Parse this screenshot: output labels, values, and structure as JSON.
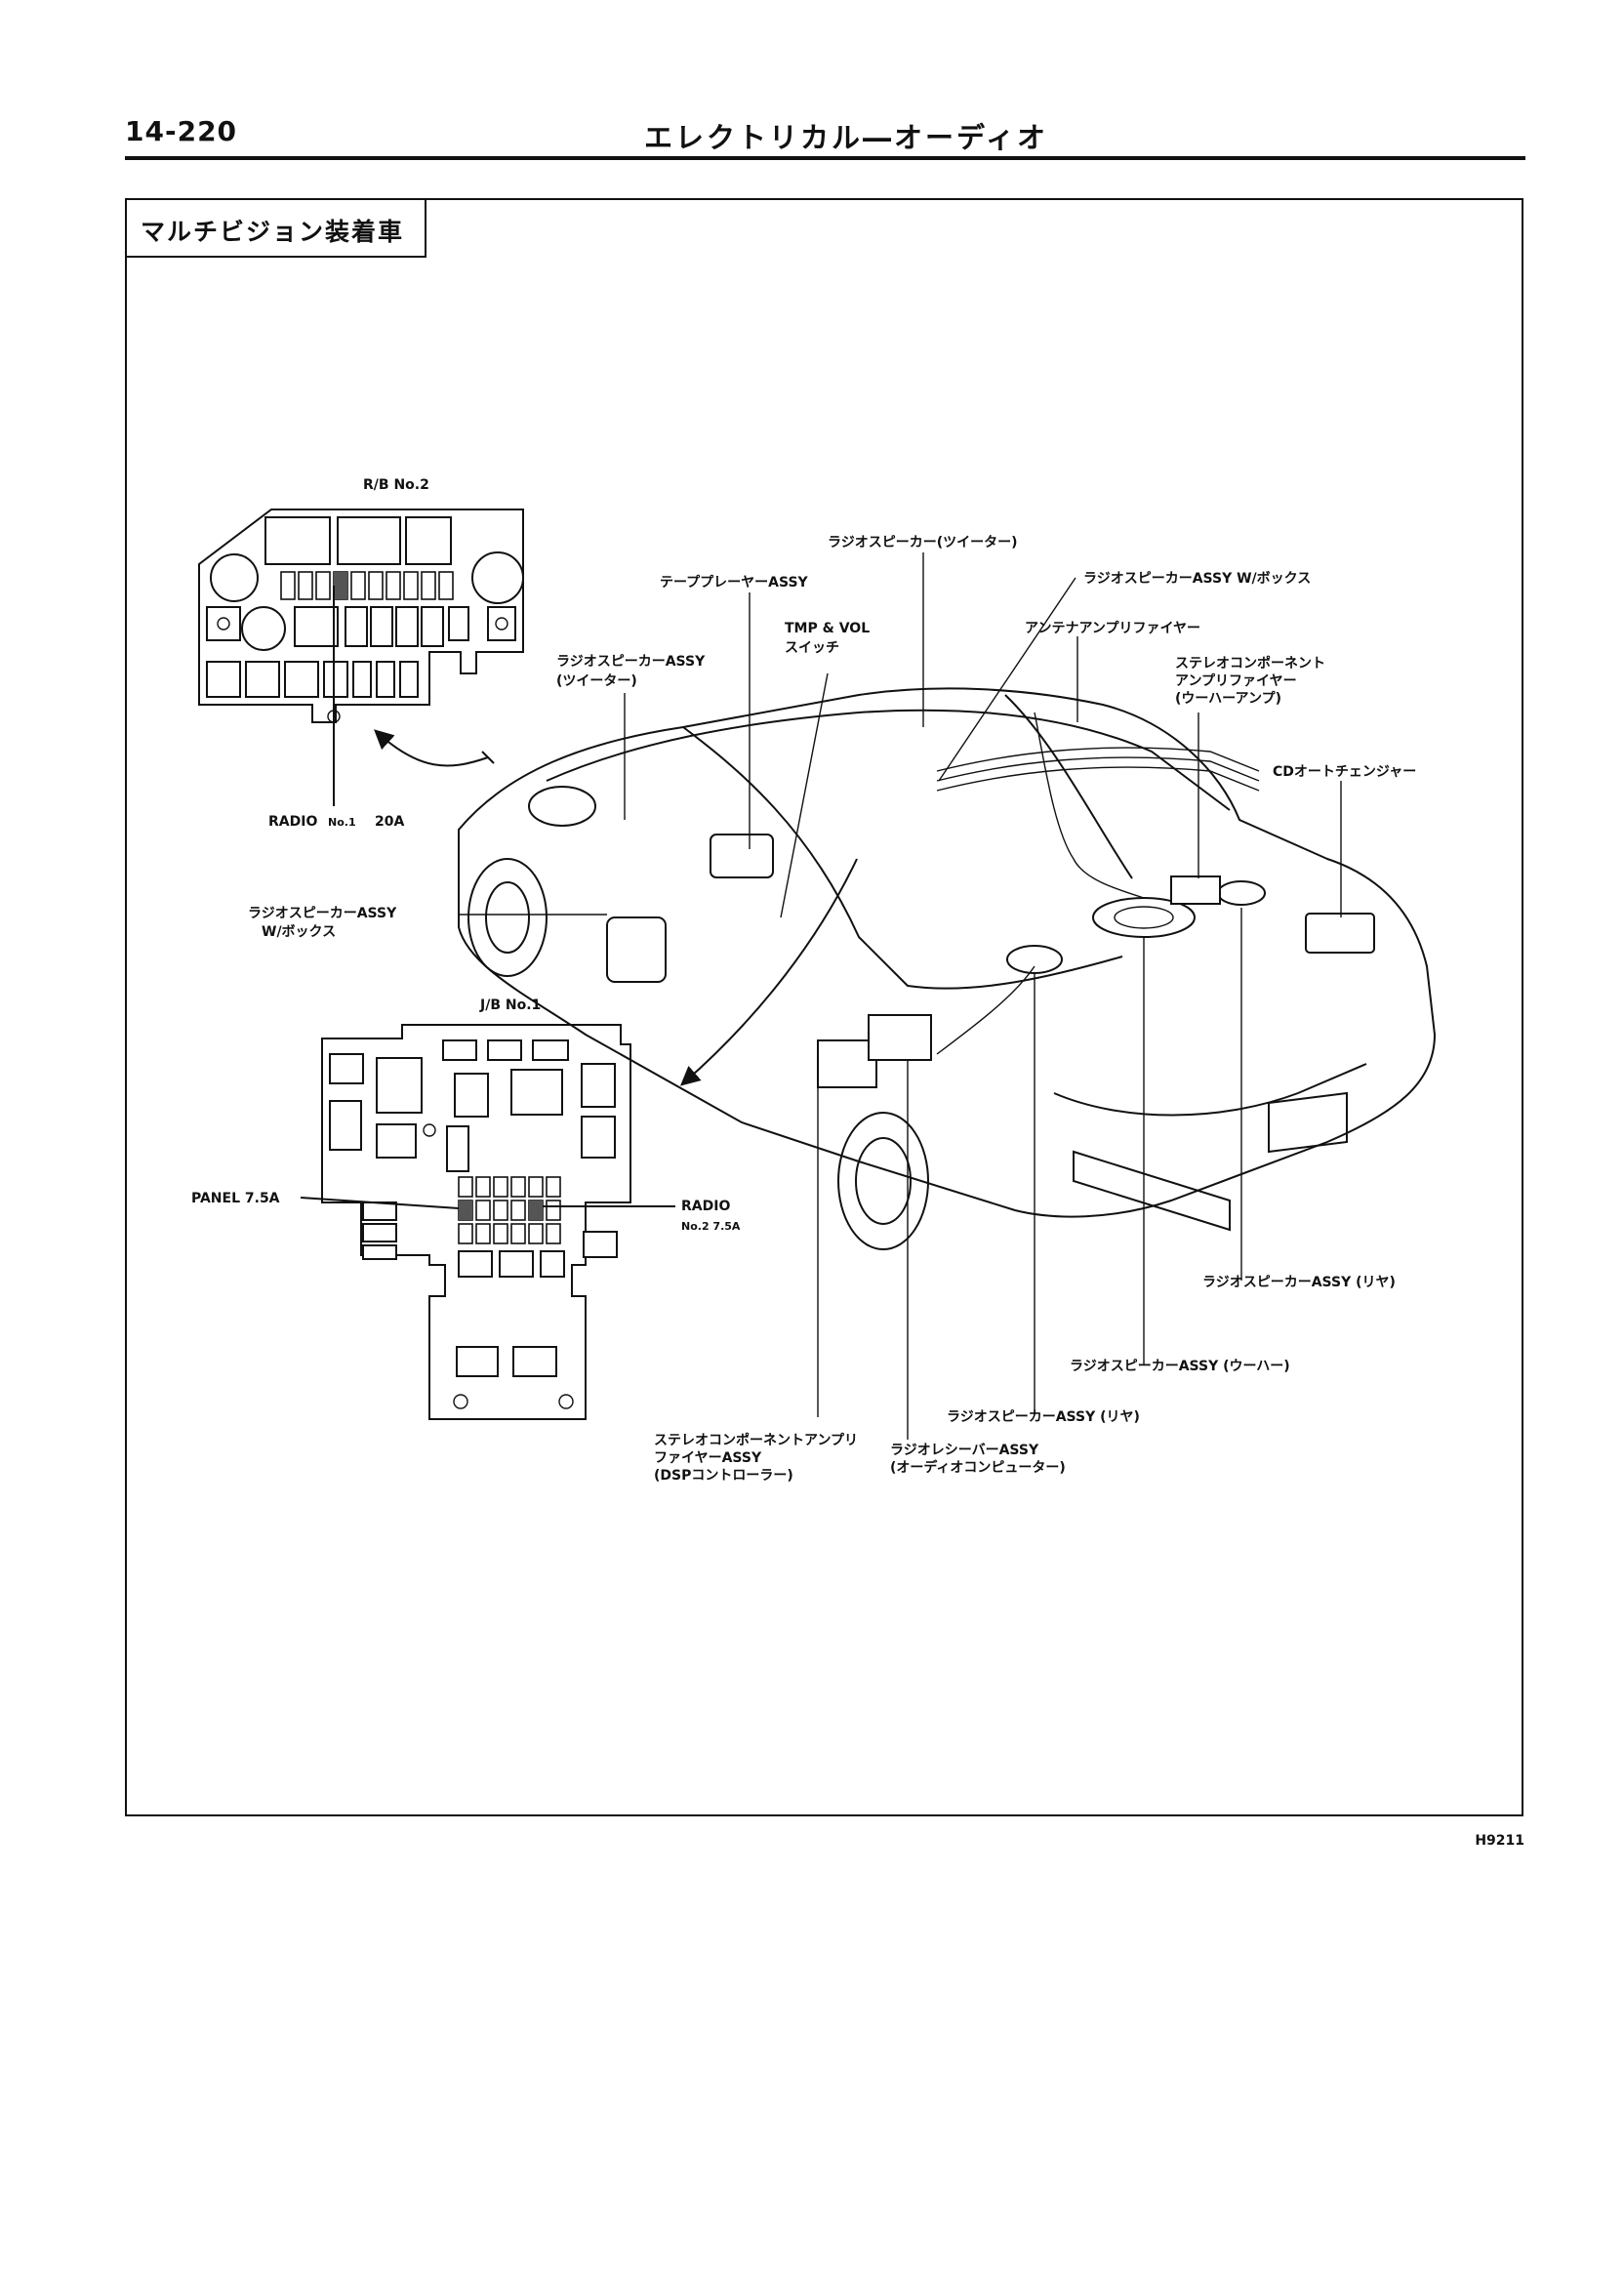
{
  "header": {
    "page_number": "14-220",
    "title": "エレクトリカル―オーディオ"
  },
  "section_tag": "マルチビジョン装着車",
  "figure_code": "H9211",
  "relay_block": {
    "title": "R/B No.2",
    "fuse_label": "RADIO",
    "fuse_no": "No.1",
    "fuse_rating": "20A"
  },
  "junction_block": {
    "title": "J/B No.1",
    "panel_fuse": "PANEL 7.5A",
    "radio_fuse_name": "RADIO",
    "radio_fuse_detail": "No.2 7.5A"
  },
  "callouts": {
    "tweeter_top": "ラジオスピーカー(ツイーター)",
    "speaker_box_top": "ラジオスピーカーASSY W/ボックス",
    "tape_player": "テーププレーヤーASSY",
    "antenna_amp": "アンテナアンプリファイヤー",
    "tmp_vol_1": "TMP & VOL",
    "tmp_vol_2": "スイッチ",
    "tweeter_assy_1": "ラジオスピーカーASSY",
    "tweeter_assy_2": "(ツイーター)",
    "stereo_amp_1": "ステレオコンポーネント",
    "stereo_amp_2": "アンプリファイヤー",
    "stereo_amp_3": "(ウーハーアンプ)",
    "cd_changer": "CDオートチェンジャー",
    "speaker_box_left_1": "ラジオスピーカーASSY",
    "speaker_box_left_2": "W/ボックス",
    "rear_speaker_right": "ラジオスピーカーASSY (リヤ)",
    "woofer": "ラジオスピーカーASSY (ウーハー)",
    "rear_speaker_bottom": "ラジオスピーカーASSY (リヤ)",
    "dsp_1": "ステレオコンポーネントアンプリ",
    "dsp_2": "ファイヤーASSY",
    "dsp_3": "(DSPコントローラー)",
    "receiver_1": "ラジオレシーバーASSY",
    "receiver_2": "(オーディオコンピューター)"
  }
}
